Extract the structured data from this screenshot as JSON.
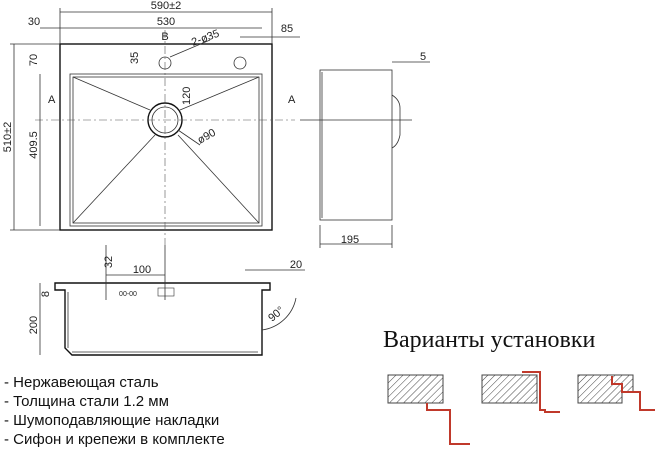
{
  "dimensions": {
    "overall_width": "590±2",
    "inner_width": "530",
    "left_offset": "30",
    "hole_offset": "85",
    "tap_holes": "2-ø35",
    "tap_hole_depth": "35",
    "top_offset": "70",
    "overall_depth": "510±2",
    "inner_depth": "409.5",
    "drain_offset": "120",
    "drain_diameter": "ø90",
    "section_a": "A",
    "section_b": "B",
    "rim_height": "5",
    "side_width": "195",
    "flange_32": "32",
    "drain_spacing": "100",
    "flange_20": "20",
    "bowl_depth": "200",
    "rim_8": "8",
    "corner_angle": "90°",
    "drain_label": "00-00"
  },
  "installation": {
    "title": "Варианты установки"
  },
  "features": [
    "- Нержавеющая сталь",
    "- Толщина стали 1.2 мм",
    "- Шумоподавляющие накладки",
    "- Сифон и крепежи в комплекте"
  ],
  "colors": {
    "line": "#111111",
    "fixing_profile": "#c0392b",
    "hatch": "#444444"
  }
}
